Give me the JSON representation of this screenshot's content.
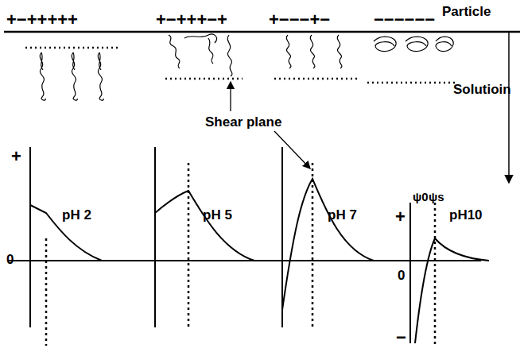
{
  "diagram": {
    "labels": [
      "Particle",
      "+−+++++",
      "+−+++−+",
      "+−−−+−",
      "−−−−−−",
      "Solutioin",
      "Shear plane",
      "+",
      "0",
      "pH 2",
      "pH 5",
      "pH 7",
      "ψ0",
      "ψs",
      "pH10",
      "+",
      "0",
      "−"
    ]
  }
}
